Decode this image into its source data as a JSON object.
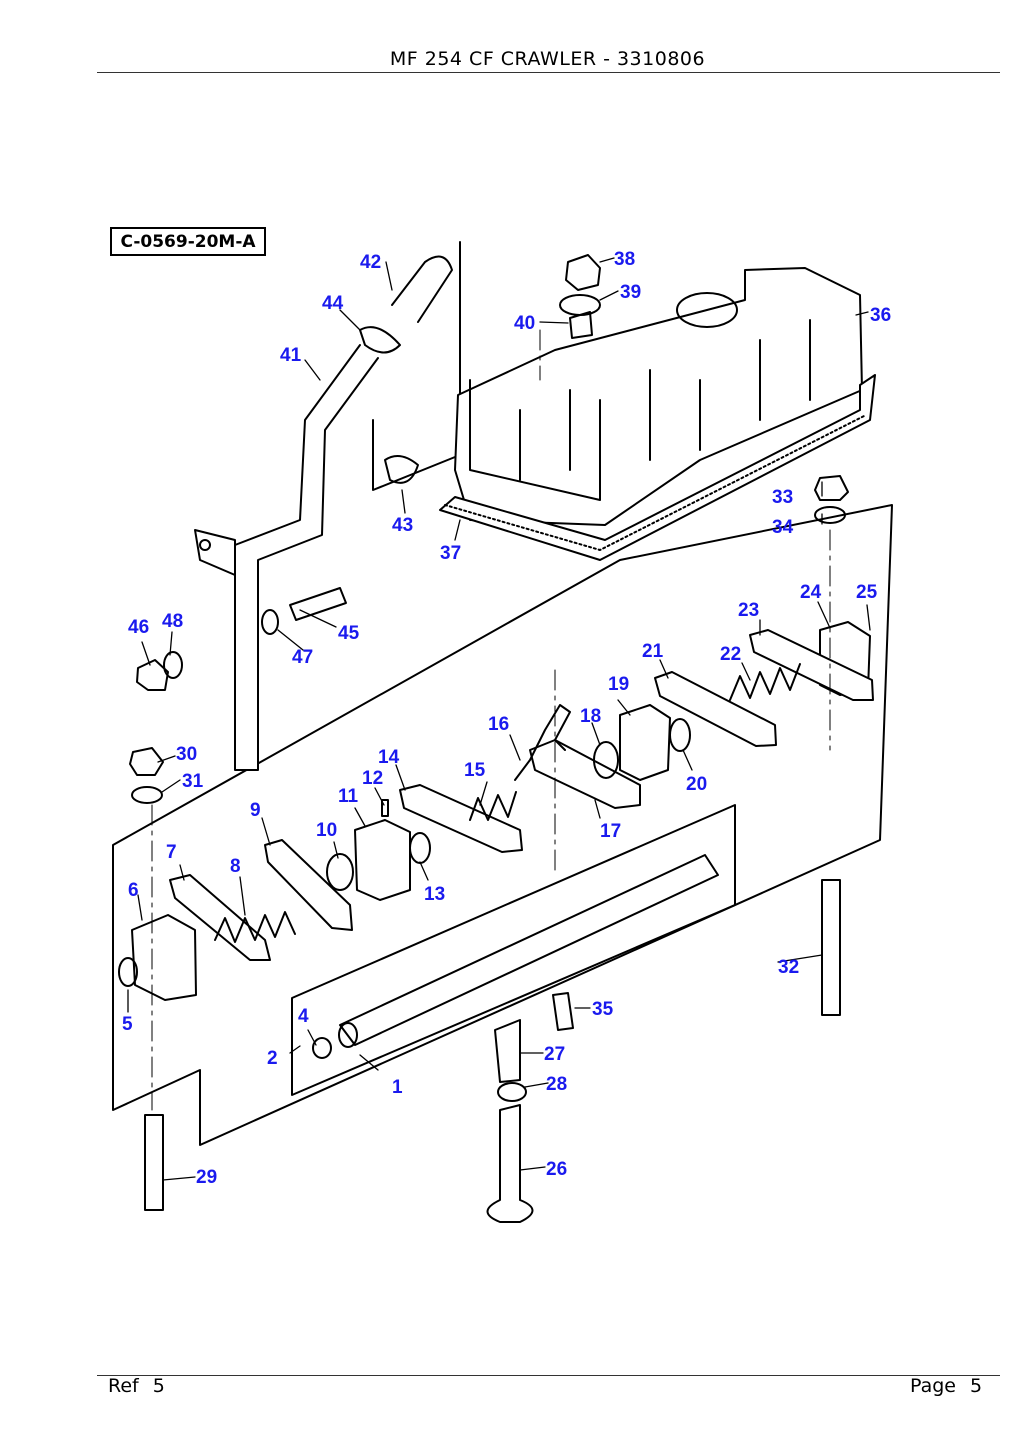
{
  "header": {
    "title": "MF 254 CF CRAWLER - 3310806"
  },
  "diagram": {
    "code": "C-0569-20M-A",
    "callouts": [
      "1",
      "2",
      "4",
      "5",
      "6",
      "7",
      "8",
      "9",
      "10",
      "11",
      "12",
      "13",
      "14",
      "15",
      "16",
      "17",
      "18",
      "19",
      "20",
      "21",
      "22",
      "23",
      "24",
      "25",
      "26",
      "27",
      "28",
      "29",
      "30",
      "31",
      "32",
      "33",
      "34",
      "35",
      "36",
      "37",
      "38",
      "39",
      "40",
      "41",
      "42",
      "43",
      "44",
      "45",
      "46",
      "47",
      "48"
    ]
  },
  "footer": {
    "ref_label": "Ref",
    "ref_value": "5",
    "page_label": "Page",
    "page_value": "5"
  }
}
